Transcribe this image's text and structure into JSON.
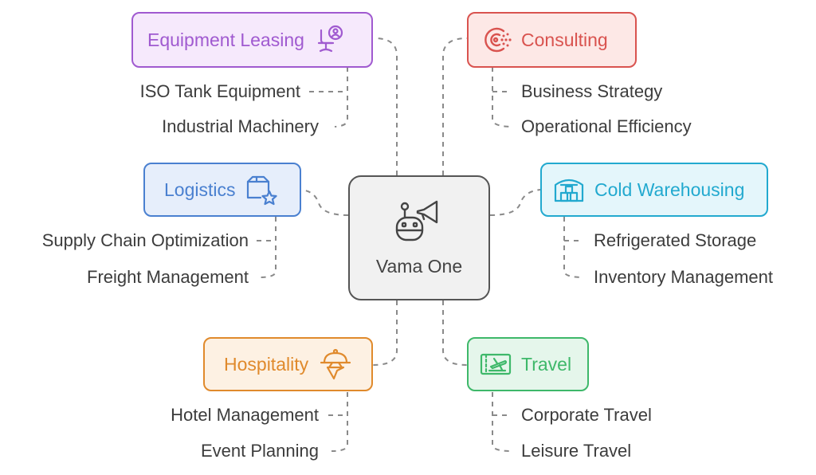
{
  "center": {
    "title": "Vama One",
    "icon": "robot-megaphone-icon"
  },
  "branches": {
    "equipment_leasing": {
      "title": "Equipment Leasing",
      "icon": "office-chair-user-icon",
      "color": "#a05ad0",
      "bg": "#f6e9fc",
      "items": [
        "ISO Tank Equipment",
        "Industrial Machinery"
      ]
    },
    "consulting": {
      "title": "Consulting",
      "icon": "consulting-target-icon",
      "color": "#d9534f",
      "bg": "#fde8e6",
      "items": [
        "Business Strategy",
        "Operational Efficiency"
      ]
    },
    "logistics": {
      "title": "Logistics",
      "icon": "box-star-icon",
      "color": "#4a80d0",
      "bg": "#e6eefb",
      "items": [
        "Supply Chain Optimization",
        "Freight Management"
      ]
    },
    "cold_warehousing": {
      "title": "Cold Warehousing",
      "icon": "warehouse-icon",
      "color": "#22a9cf",
      "bg": "#e4f6fb",
      "items": [
        "Refrigerated Storage",
        "Inventory Management"
      ]
    },
    "hospitality": {
      "title": "Hospitality",
      "icon": "cloche-tray-icon",
      "color": "#e08a2c",
      "bg": "#fdf1e3",
      "items": [
        "Hotel Management",
        "Event Planning"
      ]
    },
    "travel": {
      "title": "Travel",
      "icon": "plane-ticket-icon",
      "color": "#3eb86a",
      "bg": "#e5f6eb",
      "items": [
        "Corporate Travel",
        "Leisure Travel"
      ]
    }
  }
}
